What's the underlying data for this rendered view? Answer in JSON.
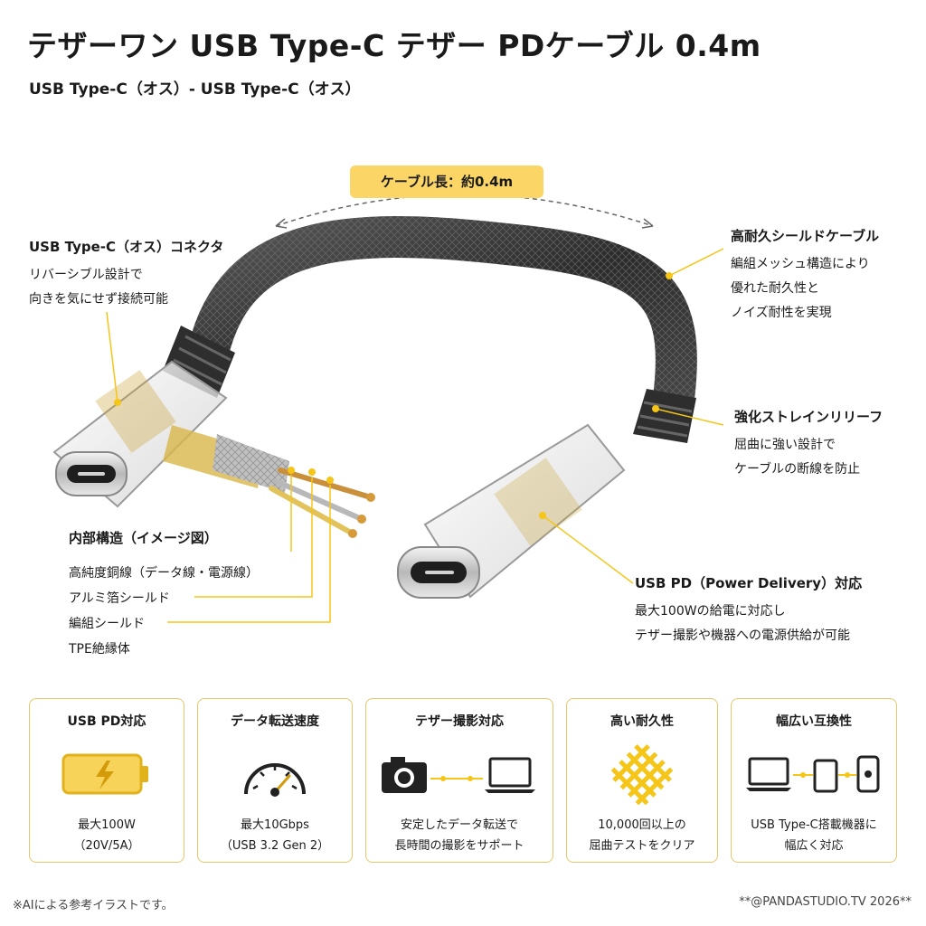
{
  "header": {
    "title": "テザーワン USB Type-C テザー PDケーブル 0.4m",
    "subtitle": "USB Type-C（オス）- USB Type-C（オス）"
  },
  "length_badge": "ケーブル長：約0.4m",
  "callouts": {
    "connector": {
      "title": "USB Type-C（オス）コネクタ",
      "lines": [
        "リバーシブル設計で",
        "向きを気にせず接続可能"
      ]
    },
    "shield": {
      "title": "高耐久シールドケーブル",
      "lines": [
        "編組メッシュ構造により",
        "優れた耐久性と",
        "ノイズ耐性を実現"
      ]
    },
    "strain": {
      "title": "強化ストレインリリーフ",
      "lines": [
        "屈曲に強い設計で",
        "ケーブルの断線を防止"
      ]
    },
    "pd": {
      "title": "USB PD（Power Delivery）対応",
      "lines": [
        "最大100Wの給電に対応し",
        "テザー撮影や機器への電源供給が可能"
      ]
    },
    "internal": {
      "title": "内部構造（イメージ図）",
      "layers": [
        "高純度銅線（データ線・電源線）",
        "アルミ箔シールド",
        "編組シールド",
        "TPE絶縁体"
      ]
    }
  },
  "features": [
    {
      "title": "USB PD対応",
      "lines": [
        "最大100W",
        "（20V/5A）"
      ],
      "icon": "battery-bolt-icon"
    },
    {
      "title": "データ転送速度",
      "lines": [
        "最大10Gbps",
        "（USB 3.2 Gen 2）"
      ],
      "icon": "speedometer-icon"
    },
    {
      "title": "テザー撮影対応",
      "lines": [
        "安定したデータ転送で",
        "長時間の撮影をサポート"
      ],
      "icon": "camera-laptop-icon"
    },
    {
      "title": "高い耐久性",
      "lines": [
        "10,000回以上の",
        "屈曲テストをクリア"
      ],
      "icon": "mesh-icon"
    },
    {
      "title": "幅広い互換性",
      "lines": [
        "USB Type-C搭載機器に",
        "幅広く対応"
      ],
      "icon": "devices-icon"
    }
  ],
  "footer": {
    "note": "※AIによる参考イラストです。",
    "credit": "**@PANDASTUDIO.TV 2026**"
  },
  "colors": {
    "accent": "#f5c518",
    "badge": "#fbd667",
    "card_border": "#e6c66a",
    "cable": "#3a3a3a"
  }
}
